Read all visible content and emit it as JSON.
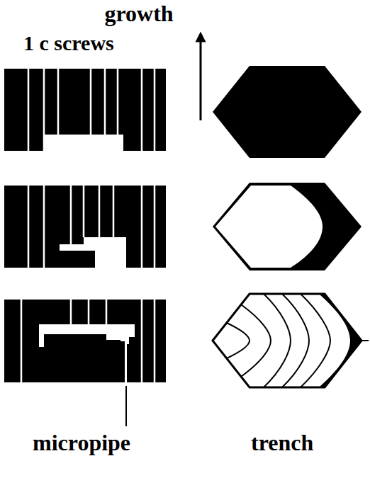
{
  "diagram": {
    "labels": [
      "growth",
      "1 c screws",
      "micropipe",
      "trench"
    ]
  }
}
